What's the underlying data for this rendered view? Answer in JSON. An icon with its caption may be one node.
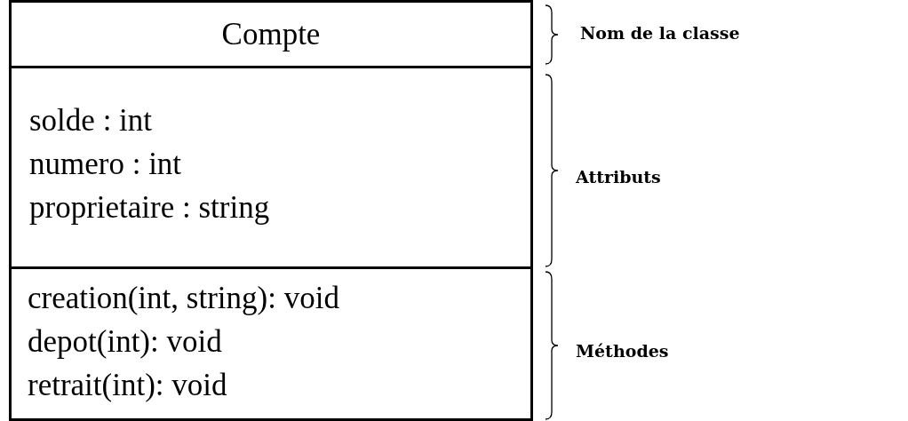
{
  "diagram": {
    "nodes": [
      {
        "text": [
          "Compte"
        ]
      },
      {
        "text": [
          "solde : int",
          "numero : int",
          "proprietaire : string"
        ]
      },
      {
        "text": [
          "creation(int, string): void",
          "depot(int): void",
          "retrait(int): void"
        ]
      }
    ],
    "edges": [],
    "labels": [
      "Nom de la classe",
      "Attributs",
      "Méthodes"
    ]
  }
}
